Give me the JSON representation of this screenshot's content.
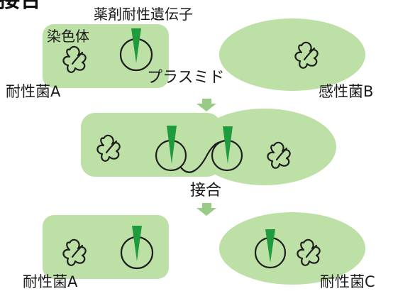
{
  "title": "接合",
  "labels": {
    "gene": "薬剤耐性遺伝子",
    "chromosome": "染色体",
    "plasmid": "プラスミド",
    "resistant_a": "耐性菌A",
    "sensitive_b": "感性菌B",
    "conjugation": "接合",
    "resistant_a_bottom": "耐性菌A",
    "resistant_c": "耐性菌C"
  },
  "colors": {
    "cell": "#bde0a6",
    "gene": "#1f9a3c",
    "arrow": "#9acb86",
    "outline": "#1e1e1e"
  }
}
